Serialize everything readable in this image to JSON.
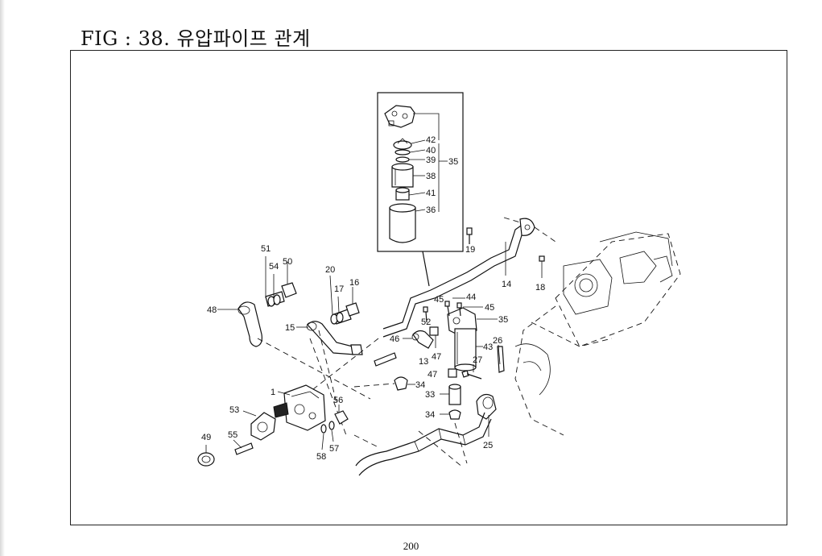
{
  "header": {
    "title": "FIG : 38. 유압파이프 관계"
  },
  "footer": {
    "page_number": "200"
  },
  "inset": {
    "group_label": "35",
    "labels": [
      "42",
      "40",
      "39",
      "38",
      "41",
      "36"
    ]
  },
  "callouts": [
    {
      "id": "c51",
      "text": "51"
    },
    {
      "id": "c54",
      "text": "54"
    },
    {
      "id": "c50",
      "text": "50"
    },
    {
      "id": "c20",
      "text": "20"
    },
    {
      "id": "c17",
      "text": "17"
    },
    {
      "id": "c16",
      "text": "16"
    },
    {
      "id": "c48",
      "text": "48"
    },
    {
      "id": "c15",
      "text": "15"
    },
    {
      "id": "c19",
      "text": "19"
    },
    {
      "id": "c14",
      "text": "14"
    },
    {
      "id": "c18",
      "text": "18"
    },
    {
      "id": "c45a",
      "text": "45"
    },
    {
      "id": "c44",
      "text": "44"
    },
    {
      "id": "c45b",
      "text": "45"
    },
    {
      "id": "c52",
      "text": "52"
    },
    {
      "id": "c35",
      "text": "35"
    },
    {
      "id": "c46",
      "text": "46"
    },
    {
      "id": "c47a",
      "text": "47"
    },
    {
      "id": "c43",
      "text": "43"
    },
    {
      "id": "c26",
      "text": "26"
    },
    {
      "id": "c27",
      "text": "27"
    },
    {
      "id": "c13",
      "text": "13"
    },
    {
      "id": "c47b",
      "text": "47"
    },
    {
      "id": "c34a",
      "text": "34"
    },
    {
      "id": "c33",
      "text": "33"
    },
    {
      "id": "c1",
      "text": "1"
    },
    {
      "id": "c56",
      "text": "56"
    },
    {
      "id": "c53",
      "text": "53"
    },
    {
      "id": "c34b",
      "text": "34"
    },
    {
      "id": "c25",
      "text": "25"
    },
    {
      "id": "c49",
      "text": "49"
    },
    {
      "id": "c55",
      "text": "55"
    },
    {
      "id": "c57",
      "text": "57"
    },
    {
      "id": "c58",
      "text": "58"
    }
  ]
}
